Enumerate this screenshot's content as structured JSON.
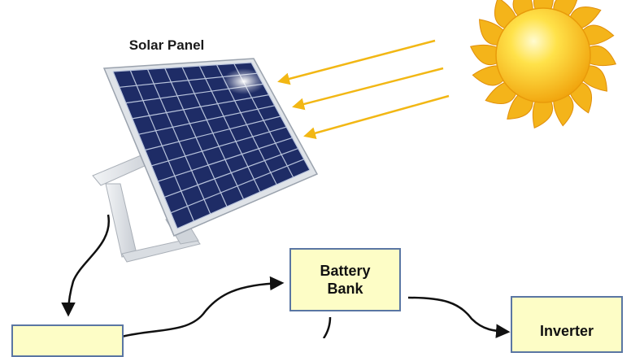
{
  "diagram": {
    "solar_panel_label": "Solar Panel",
    "battery_bank_label": "Battery\nBank",
    "inverter_label": "Inverter",
    "charge_box_label": "",
    "colors": {
      "sun": "#f6c21a",
      "sun_rays": "#f0a814",
      "light_arrows": "#f2b714",
      "panel_cells": "#2a3a78",
      "panel_frame": "#d4d8df",
      "box_fill": "#fdfdc6",
      "box_border": "#5a76a3",
      "connector": "#111111"
    }
  }
}
